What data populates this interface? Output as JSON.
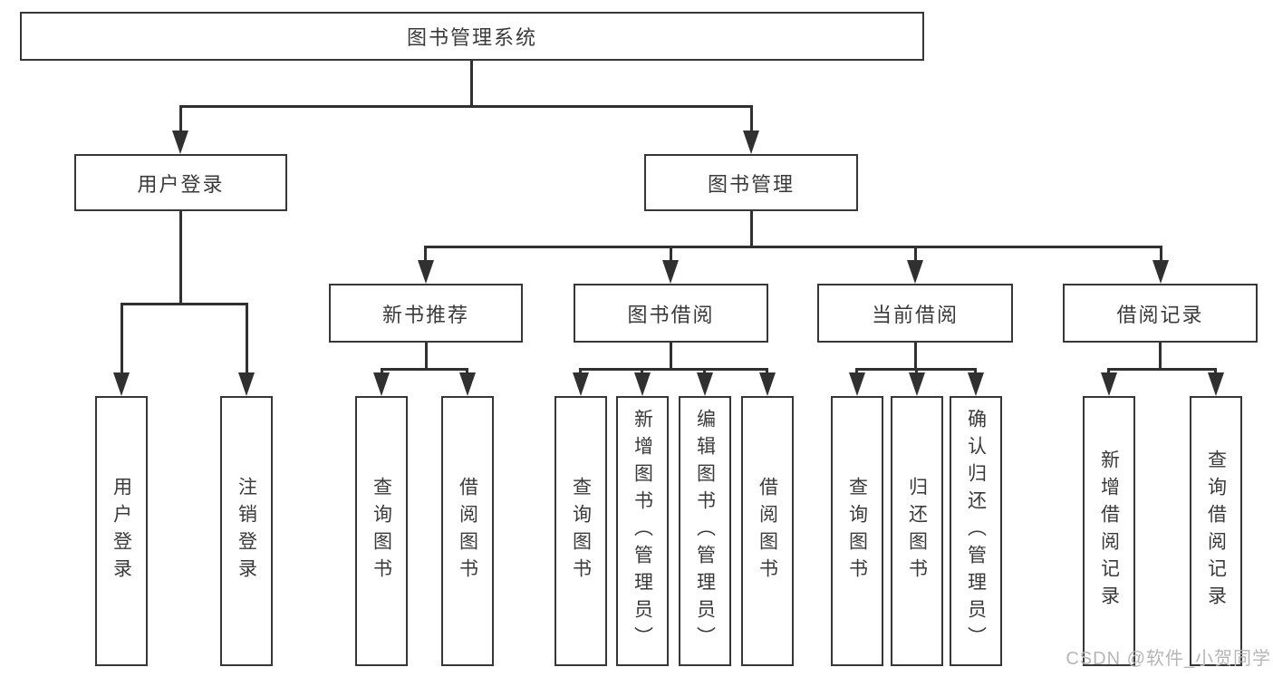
{
  "diagram": {
    "type": "hierarchy",
    "colors": {
      "line": "#303030",
      "box_border": "#373737",
      "text": "#3a3a3a",
      "background": "#ffffff",
      "watermark": "#b6b6b6"
    },
    "root": {
      "label": "图书管理系统"
    },
    "level2": [
      {
        "label": "用户登录",
        "parent": "图书管理系统"
      },
      {
        "label": "图书管理",
        "parent": "图书管理系统"
      }
    ],
    "level3": [
      {
        "label": "新书推荐",
        "parent": "图书管理"
      },
      {
        "label": "图书借阅",
        "parent": "图书管理"
      },
      {
        "label": "当前借阅",
        "parent": "图书管理"
      },
      {
        "label": "借阅记录",
        "parent": "图书管理"
      }
    ],
    "leaves": [
      {
        "label": "用户登录",
        "parent": "用户登录"
      },
      {
        "label": "注销登录",
        "parent": "用户登录"
      },
      {
        "label": "查询图书",
        "parent": "新书推荐"
      },
      {
        "label": "借阅图书",
        "parent": "新书推荐"
      },
      {
        "label": "查询图书",
        "parent": "图书借阅"
      },
      {
        "label": "新增图书（管理员）",
        "parent": "图书借阅"
      },
      {
        "label": "编辑图书（管理员）",
        "parent": "图书借阅"
      },
      {
        "label": "借阅图书",
        "parent": "图书借阅"
      },
      {
        "label": "查询图书",
        "parent": "当前借阅"
      },
      {
        "label": "归还图书",
        "parent": "当前借阅"
      },
      {
        "label": "确认归还（管理员）",
        "parent": "当前借阅"
      },
      {
        "label": "新增借阅记录",
        "parent": "借阅记录"
      },
      {
        "label": "查询借阅记录",
        "parent": "借阅记录"
      }
    ],
    "watermark": "CSDN @软件_小贺同学"
  }
}
